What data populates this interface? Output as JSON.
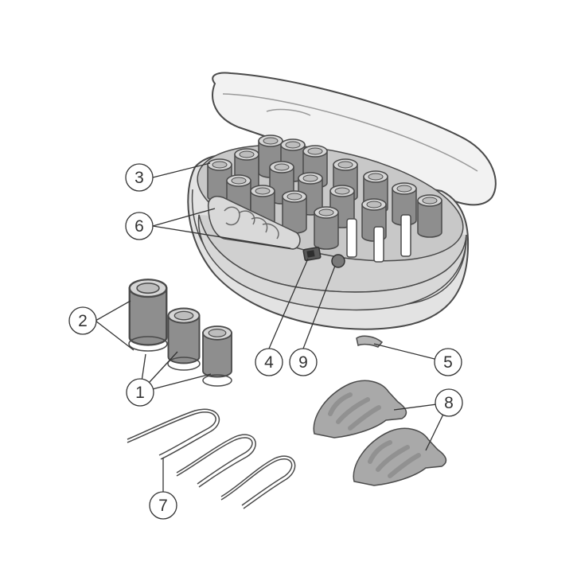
{
  "callouts": [
    {
      "label": "1"
    },
    {
      "label": "2"
    },
    {
      "label": "3"
    },
    {
      "label": "4"
    },
    {
      "label": "5"
    },
    {
      "label": "6"
    },
    {
      "label": "7"
    },
    {
      "label": "8"
    },
    {
      "label": "9"
    }
  ],
  "colors": {
    "outline": "#4a4a4a",
    "shell": "#e3e3e3",
    "inner": "#c8c8c8",
    "roller": "#8e8e8e",
    "roller_cap": "#d6d6d6",
    "pin": "#ffffff",
    "clip": "#a9a9a9"
  }
}
